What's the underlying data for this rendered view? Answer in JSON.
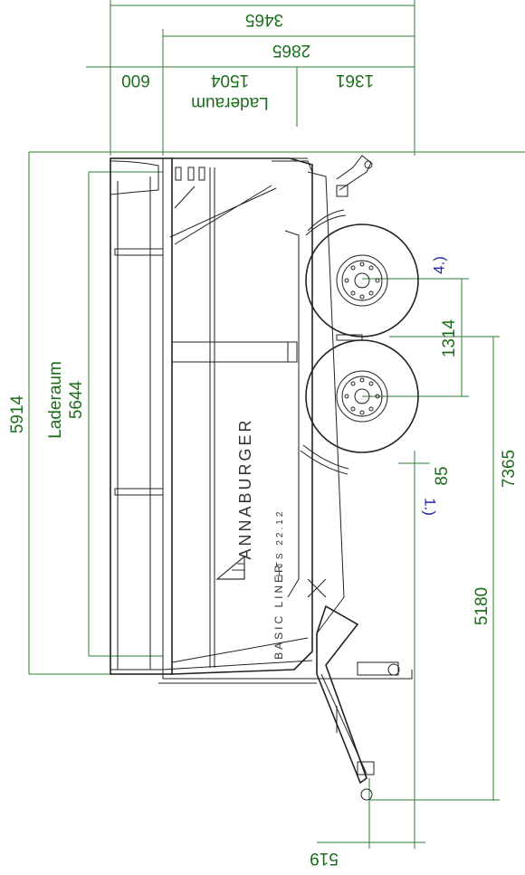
{
  "dimensions": {
    "overall_width": "3465",
    "inner_width": "2865",
    "left_offset": "600",
    "loading_width": "1504",
    "loading_label": "Laderaum",
    "right_offset": "1361",
    "overall_length": "5914",
    "loading_length_label": "Laderaum",
    "loading_length": "5644",
    "axle_distance": "1314",
    "axle_offset": "85",
    "total_length": "7365",
    "drawbar_length": "5180",
    "hitch_offset": "519"
  },
  "notes": {
    "note_4": "4.)",
    "note_1": "1.)"
  },
  "vehicle": {
    "brand": "ANNABURGER",
    "model_prefix": "BASIC LINER",
    "model_code": "HTS 22.12"
  },
  "colors": {
    "dimension": "#2e7d32",
    "outline": "#222222",
    "note": "#2222aa"
  }
}
